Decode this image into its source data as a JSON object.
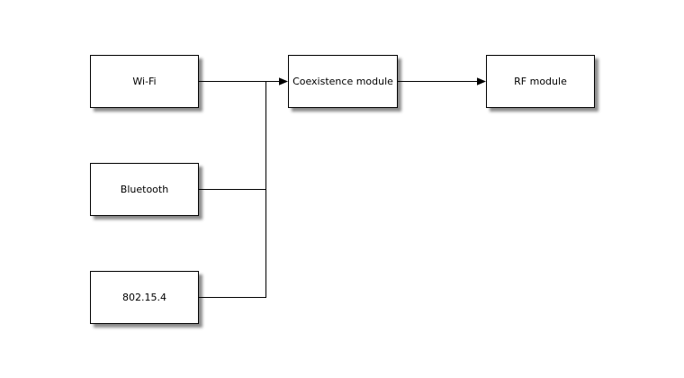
{
  "diagram": {
    "background_color": "#ffffff",
    "block_fill_color": "#ffffff",
    "block_border_color": "#000000",
    "line_color": "#000000",
    "text_color": "#000000",
    "nodes": [
      {
        "id": "wifi",
        "label": "Wi-Fi"
      },
      {
        "id": "bluetooth",
        "label": "Bluetooth"
      },
      {
        "id": "802154",
        "label": "802.15.4"
      },
      {
        "id": "coexistence",
        "label": "Coexistence module"
      },
      {
        "id": "rf",
        "label": "RF module"
      }
    ],
    "connections": [
      {
        "from": "wifi",
        "to": "coexistence",
        "arrow": true
      },
      {
        "from": "bluetooth",
        "to": "coexistence",
        "arrow": true
      },
      {
        "from": "802154",
        "to": "coexistence",
        "arrow": true
      },
      {
        "from": "coexistence",
        "to": "rf",
        "arrow": true
      }
    ]
  }
}
